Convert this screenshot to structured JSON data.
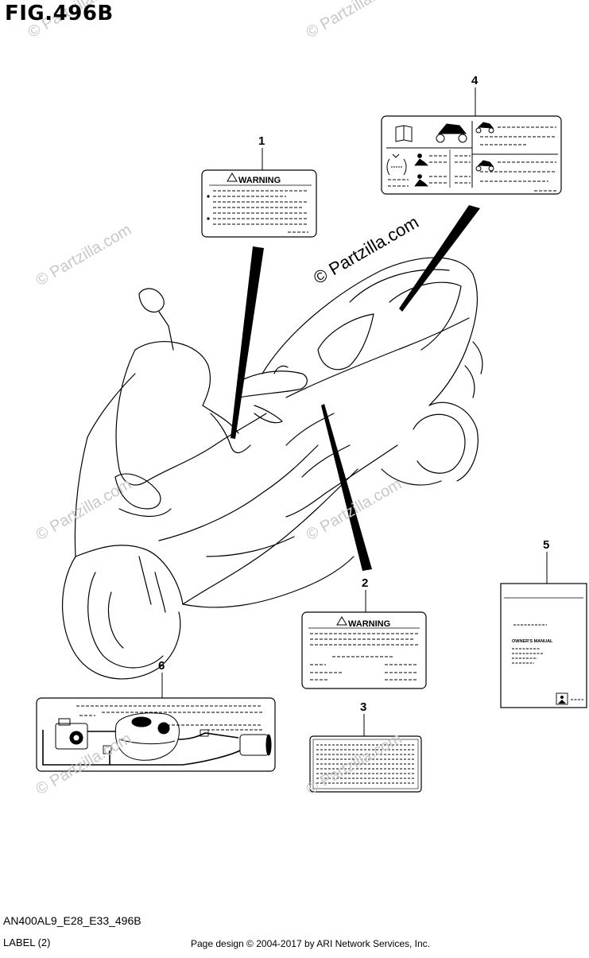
{
  "figure": {
    "title": "FIG.496B",
    "code": "AN400AL9_E28_E33_496B",
    "label": "LABEL (2)",
    "credit": "Page design © 2004-2017 by ARI Network Services, Inc."
  },
  "watermark": {
    "text": "© Partzilla.com"
  },
  "callouts": [
    "1",
    "2",
    "3",
    "4",
    "5",
    "6"
  ],
  "labels": {
    "warning_1": "WARNING",
    "warning_2": "WARNING",
    "owners_manual": "OWNER'S MANUAL"
  }
}
